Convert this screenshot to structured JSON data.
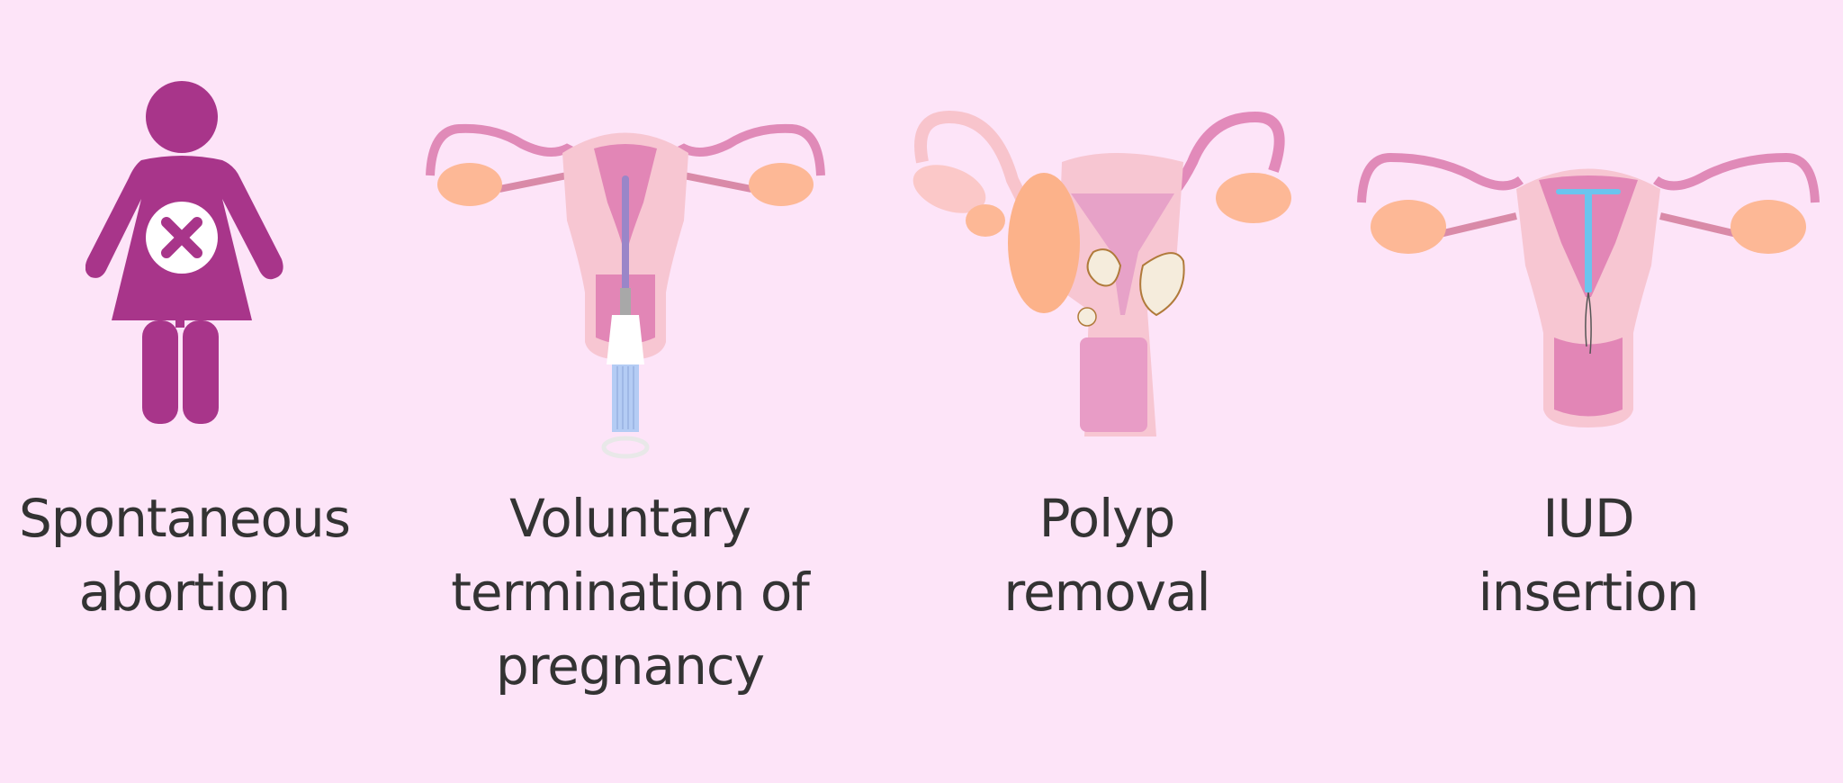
{
  "background": "#fde4f8",
  "colors": {
    "icon_purple": "#a8358a",
    "text": "#333333",
    "uterus_light": "#f7c6d2",
    "uterus_mid": "#e286b6",
    "tube": "#e08ab8",
    "ovary": "#fdb896",
    "iud_blue": "#6bc4ee",
    "polyp": "#f5ecdc",
    "polyp_outline": "#b07a3a",
    "syringe_blue": "#b4ccf4"
  },
  "panels": [
    {
      "id": "spontaneous-abortion",
      "icon": "woman-with-x-icon",
      "label_lines": [
        "Spontaneous",
        "abortion"
      ]
    },
    {
      "id": "voluntary-termination",
      "icon": "uterus-with-aspirator-icon",
      "label_lines": [
        "Voluntary",
        "termination of",
        "pregnancy"
      ]
    },
    {
      "id": "polyp-removal",
      "icon": "uterus-with-polyps-icon",
      "label_lines": [
        "Polyp",
        "removal"
      ]
    },
    {
      "id": "iud-insertion",
      "icon": "uterus-with-iud-icon",
      "label_lines": [
        "IUD",
        "insertion"
      ]
    }
  ]
}
